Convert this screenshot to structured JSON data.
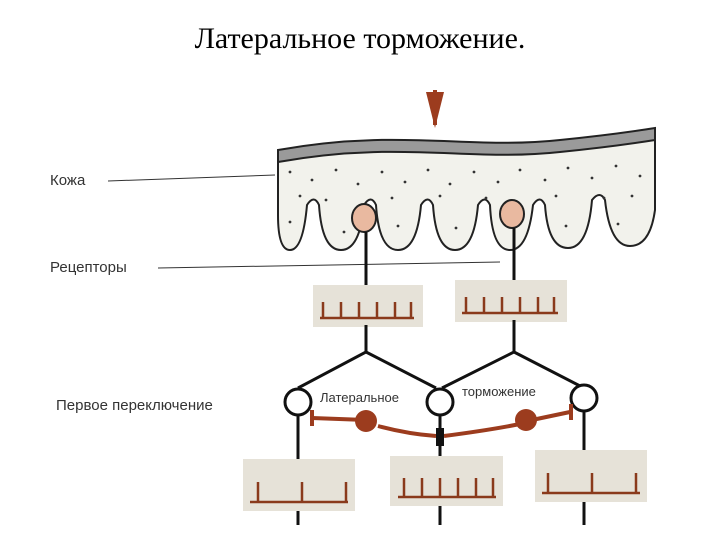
{
  "title": "Латеральное торможение.",
  "labels": {
    "skin": "Кожа",
    "receptors": "Рецепторы",
    "first_relay": "Первое переключение",
    "inhibition_left": "Латеральное",
    "inhibition_right": "торможение"
  },
  "colors": {
    "skin_top": "#9a9a9a",
    "dermis": "#f2f2ec",
    "receptor": "#e9b9a0",
    "inhibition": "#9c3c1e",
    "record_bg": "#e6e2d8",
    "spike": "#8a3a1c",
    "neuron": "#111111"
  },
  "icons": {
    "stimulus": "stimulus-arrow-icon"
  }
}
